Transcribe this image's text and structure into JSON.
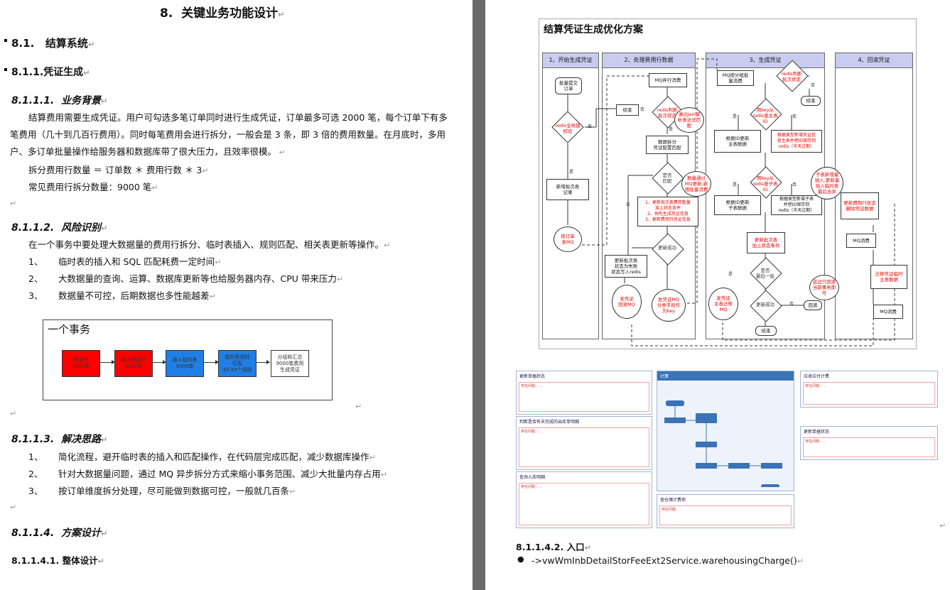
{
  "left": {
    "h1": "8.  关键业务功能设计",
    "h2": "8.1.   结算系统",
    "h3": "8.1.1.凭证生成",
    "s1_title": "8.1.1.1.  业务背景",
    "s1_p1a": "结算费用需要生成凭证。用户可勾选多笔订单同时进行生成凭证，订单最多可选 2000 笔，每个订单下有多",
    "s1_p1b": "笔费用（几十到几百行费用）。同时每笔费用会进行拆分，一般会是 3 条，即 3 倍的费用数量。在月底时，多用",
    "s1_p1c": "户、多订单批量操作给服务器和数据库带了很大压力，且效率很模。",
    "s1_formula": "拆分费用行数量 ＝ 订单数 ＊ 费用行数 ＊ 3",
    "s1_common": "常见费用行拆分数量：9000 笔",
    "s2_title": "8.1.1.2.  风险识别",
    "s2_intro": "在一个事务中要处理大数据量的费用行拆分、临时表插入、规则匹配、相关表更新等操作。",
    "s2_items": [
      {
        "n": "1、",
        "t": "临时表的插入和 SQL 匹配耗费一定时间"
      },
      {
        "n": "2、",
        "t": "大数据量的查询、运算、数据库更新等也给服务器内存、CPU 带来压力"
      },
      {
        "n": "3、",
        "t": "数据量不可控，后期数据也多性能越差"
      }
    ],
    "tx": {
      "title": "一个事务",
      "steps": [
        "费用行\n1000条",
        "拆分费用行\n9000条",
        "插入临时表\n9000笔",
        "临时表规则\n匹配\n30-50个规则",
        "分组和汇总\n9000笔费用\n生成凭证"
      ],
      "colors": [
        "#ff0000",
        "#ff0000",
        "#1f7fe6",
        "#1f7fe6",
        "#ffffff"
      ]
    },
    "s3_title": "8.1.1.3.  解决思路",
    "s3_items": [
      {
        "n": "1、",
        "t": "简化流程，避开临时表的插入和匹配操作，在代码层完成匹配，减少数据库操作"
      },
      {
        "n": "2、",
        "t": "针对大数据量问题，通过 MQ 异步拆分方式来缩小事务范围、减少大批量内存占用"
      },
      {
        "n": "3、",
        "t": "按订单维度拆分处理，尽可能做到数据可控，一般就几百条"
      }
    ],
    "s4_title": "8.1.1.4.  方案设计",
    "s41_title": "8.1.1.4.1. 整体设计"
  },
  "right": {
    "flow_title": "结算凭证生成优化方案",
    "lanes": [
      "1、开始生成凭证",
      "2、处理费用行数据",
      "3、生成凭证",
      "4、回滚凭证"
    ],
    "nodes": {
      "batch": "批量提交\n订单",
      "redis_check": "redis全局锁\n校验",
      "new_batch": "新增批次表\n记录",
      "send_mq": "按订单\n发MQ",
      "mq_consume": "MQ并行消费",
      "redis_batch": "redis判断\n批次状态",
      "end1": "结束",
      "split": "数据拆分\n凭证配置匹配",
      "match": "是否\n匹配",
      "update_batch": "1、更新批次表费用数量\n准上状态条件\n2、预先生成凭证信息\n3、更新费用行凭证信息",
      "update_ok": "更新成功",
      "fail_batch": "更新批次表\n状态为失败\n状态写入redis",
      "rollback_mq": "发凭证\n回滚MQ",
      "send_voucher": "发凭证MQ\n分类字段作\n为key",
      "bubble1": "通过jexl解\n析表达式匹\n配",
      "bubble2": "数量通过\nMQ更新,新\n增批量消费",
      "mq_group": "MQ按分组批\n量消费",
      "redis_batch2": "redis判断\n批次状态",
      "end2": "结束",
      "key_check": "用key从\nredis查主表\nID",
      "upd_main": "根据ID更新\n主表数据",
      "new_main": "根据类型新增凭证信\n息主表并把ID保存到\nredis（半天过期）",
      "key_check2": "用key从\nredis查子表\nID",
      "upd_sub": "根据ID更新\n子表数据",
      "new_sub": "根据类型新增子表\n并把ID保存到\nredis（半天过期）",
      "bubble3": "子表新增量\n插入,更新量\n插入临时表\n最后合并",
      "upd_batch2": "更新批次表\n加上状态条件",
      "last": "是否\n最后一批",
      "voucher_sub": "发凭证\n主表迁移\nMQ",
      "upd_ok2": "更新成功",
      "rb": "回滚",
      "bubble4": "这边只回滚\n当前事务即\n可",
      "end3": "结束",
      "del_fee": "更新费用行状态\n删除凭证数据",
      "mq_consume2": "MQ消费",
      "migrate": "迁移凭证临时\n主表数据",
      "mq_consume3": "MQ消费"
    },
    "labels": {
      "yes": "是",
      "no": "否"
    },
    "thumbs": {
      "p1_title": "更新单据状态",
      "p2_title": "判断是否有未完成的出库单明细",
      "p3_title": "查询入库明细",
      "p4_title": "计算",
      "p5_title": "应收应付计费",
      "p6_title": "更新单据状态",
      "p7_title": "查仓储计费项",
      "p_note": "存在问题：…"
    },
    "h5_title": "8.1.1.4.2. 入口",
    "entry": "->vwWmInbDetailStorFeeExt2Service.warehousingCharge()"
  }
}
